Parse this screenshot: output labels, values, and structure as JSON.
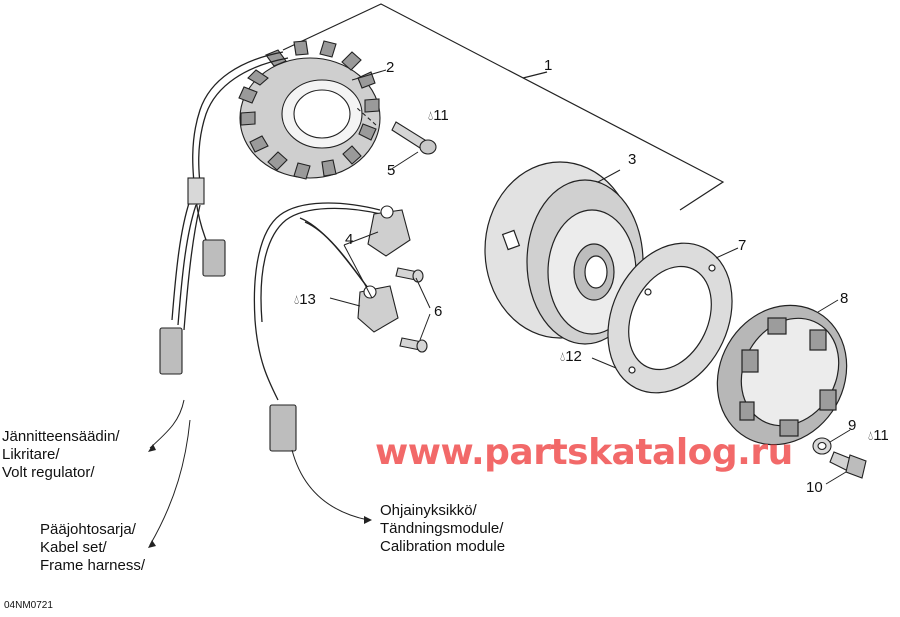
{
  "callouts": {
    "p1": "1",
    "p2": "2",
    "p3": "3",
    "p4": "4",
    "p5": "5",
    "p6": "6",
    "p7": "7",
    "p8": "8",
    "p9": "9",
    "p10": "10",
    "p11a": "11",
    "p11b": "11",
    "p12": "12",
    "p13": "13"
  },
  "labels": {
    "volt_regulator": [
      "Jännitteensäädin/",
      "Likritare/",
      "Volt regulator/"
    ],
    "frame_harness": [
      "Pääjohtosarja/",
      "Kabel set/",
      "Frame harness/"
    ],
    "calibration_module": [
      "Ohjainyksikkö/",
      "Tändningsmodule/",
      "Calibration module"
    ]
  },
  "drawing_code": "04NM0721",
  "watermark": "www.partskatalog.ru",
  "icons": {
    "lubricant": "oil-drop-icon"
  }
}
